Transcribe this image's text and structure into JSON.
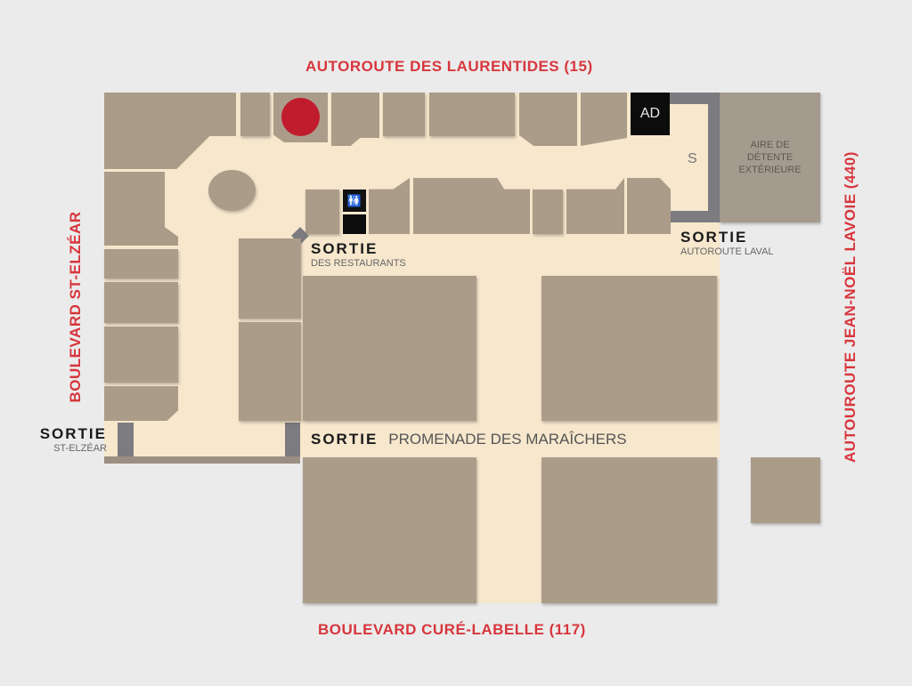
{
  "roads": {
    "north": "AUTOROUTE DES LAURENTIDES  (15)",
    "south": "BOULEVARD CURÉ-LABELLE  (117)",
    "west": "BOULEVARD ST-ELZÉAR",
    "east": "AUTOUROUTE JEAN-NOËL LAVOIE  (440)"
  },
  "exits": {
    "restaurants": {
      "title": "SORTIE",
      "subtitle": "DES RESTAURANTS"
    },
    "laval": {
      "title": "SORTIE",
      "subtitle": "AUTOROUTE LAVAL"
    },
    "st_elzear": {
      "title": "SORTIE",
      "subtitle": "ST-ELZÉAR"
    },
    "promenade": {
      "title": "SORTIE",
      "subtitle": "PROMENADE DES MARAÎCHERS"
    }
  },
  "labels": {
    "ad": "AD",
    "s": "S",
    "rest_area": "AIRE DE DÉTENTE EXTÉRIEURE"
  },
  "colors": {
    "road_label": "#d8363d",
    "marker": "#c01c2e",
    "corridor": "#f6e7cd",
    "store": "#ab9c89"
  }
}
